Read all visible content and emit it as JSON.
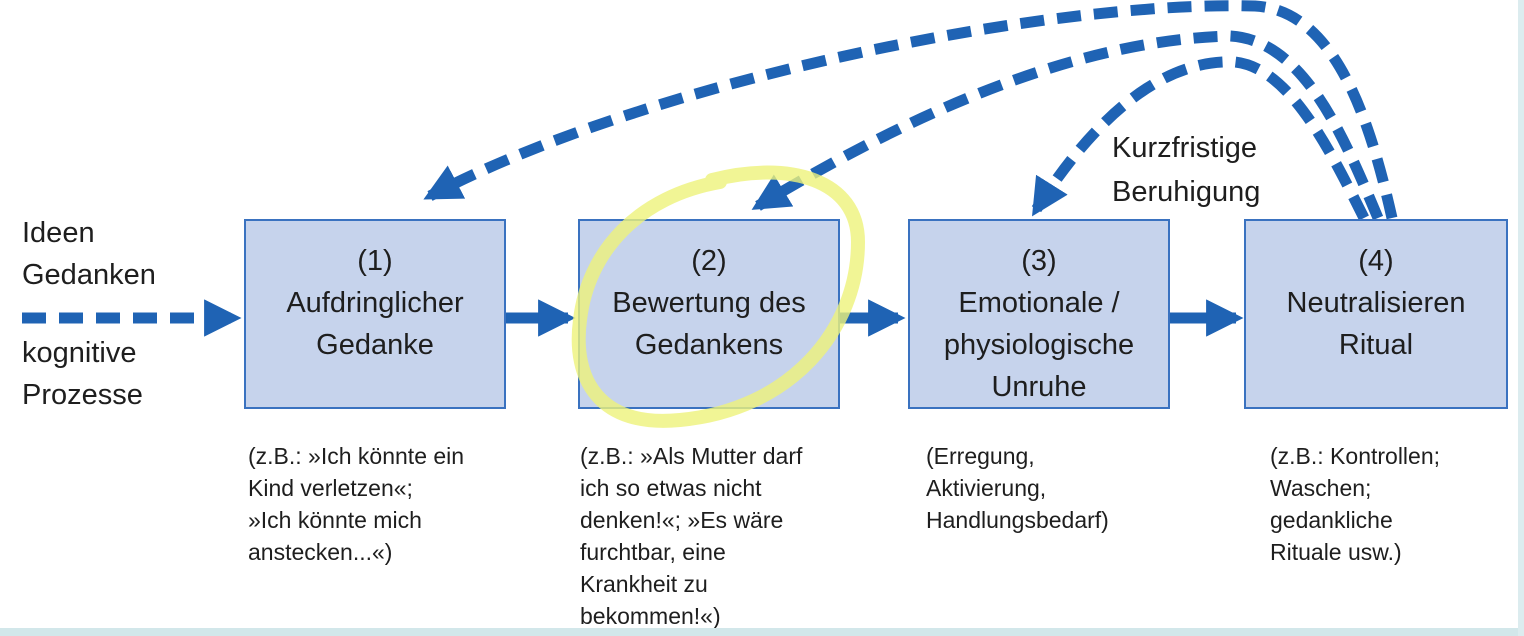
{
  "input": {
    "top_lines": [
      "Ideen",
      "Gedanken"
    ],
    "bottom_lines": [
      "kognitive",
      "Prozesse"
    ]
  },
  "boxes": [
    {
      "number": "(1)",
      "lines": [
        "Aufdringlicher",
        "Gedanke"
      ]
    },
    {
      "number": "(2)",
      "lines": [
        "Bewertung des",
        "Gedankens"
      ]
    },
    {
      "number": "(3)",
      "lines": [
        "Emotionale /",
        "physiologische",
        "Unruhe"
      ]
    },
    {
      "number": "(4)",
      "lines": [
        "Neutralisieren",
        "Ritual"
      ]
    }
  ],
  "notes": [
    [
      "(z.B.: »Ich könnte ein",
      "Kind verletzen«;",
      "»Ich könnte mich",
      "anstecken...«)"
    ],
    [
      "(z.B.: »Als Mutter darf",
      "ich so etwas nicht",
      "denken!«; »Es wäre",
      "furchtbar, eine",
      "Krankheit zu",
      "bekommen!«)"
    ],
    [
      "(Erregung,",
      "Aktivierung,",
      "Handlungsbedarf)"
    ],
    [
      "(z.B.: Kontrollen;",
      "Waschen;",
      "gedankliche",
      "Rituale usw.)"
    ]
  ],
  "feedback_label": [
    "Kurzfristige",
    "Beruhigung"
  ],
  "colors": {
    "arrow": "#1f63b4",
    "box_fill": "#c6d3ec",
    "box_border": "#3a72c0",
    "highlight": "#eef27a"
  }
}
